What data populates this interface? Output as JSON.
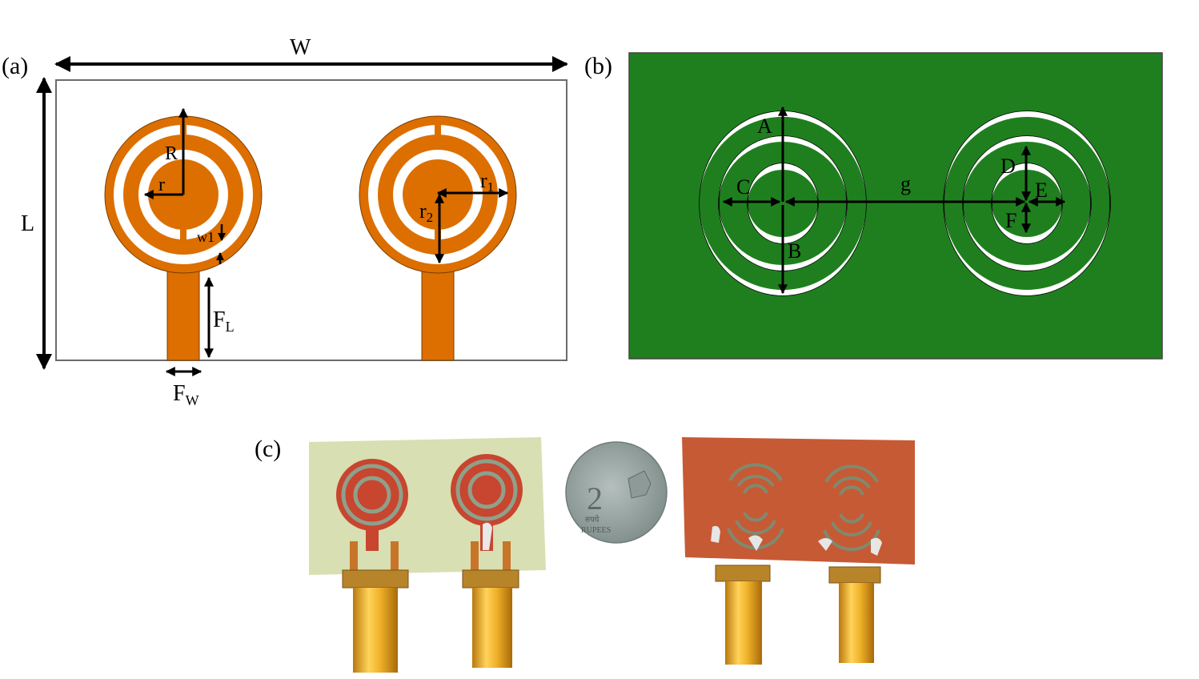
{
  "figure": {
    "panels": [
      {
        "id": "a",
        "label": "(a)",
        "description": "Top layer geometry of two-port circular ring slot antenna"
      },
      {
        "id": "b",
        "label": "(b)",
        "description": "Bottom (ground) layer geometry with concentric ring slots"
      },
      {
        "id": "c",
        "label": "(c)",
        "description": "Photograph of fabricated prototype, front and back, with coin for scale"
      }
    ]
  },
  "panel_a": {
    "dimension_labels": {
      "W": "W",
      "L": "L",
      "R": "R",
      "r": "r",
      "r1_base": "r",
      "r1_sub": "1",
      "r2_base": "r",
      "r2_sub": "2",
      "w1": "w1",
      "FL_base": "F",
      "FL_sub": "L",
      "FW_base": "F",
      "FW_sub": "W"
    },
    "colors": {
      "substrate": "#ffffff",
      "copper": "#dc6f00",
      "outline": "#6b6b6b"
    }
  },
  "panel_b": {
    "dimension_labels": {
      "A": "A",
      "B": "B",
      "C": "C",
      "D": "D",
      "E": "E",
      "F": "F",
      "g": "g"
    },
    "colors": {
      "ground": "#1f7f1f",
      "slot": "#ffffff"
    }
  },
  "panel_c": {
    "coin_text": {
      "denomination": "2",
      "hindi": "रुपये",
      "english": "RUPEES"
    },
    "colors": {
      "fr4": "#d9e0b4",
      "copper_front": "#c8452f",
      "copper_back": "#c65a35",
      "gold": "#e0a21c",
      "coin": "#9aa7a4"
    }
  }
}
